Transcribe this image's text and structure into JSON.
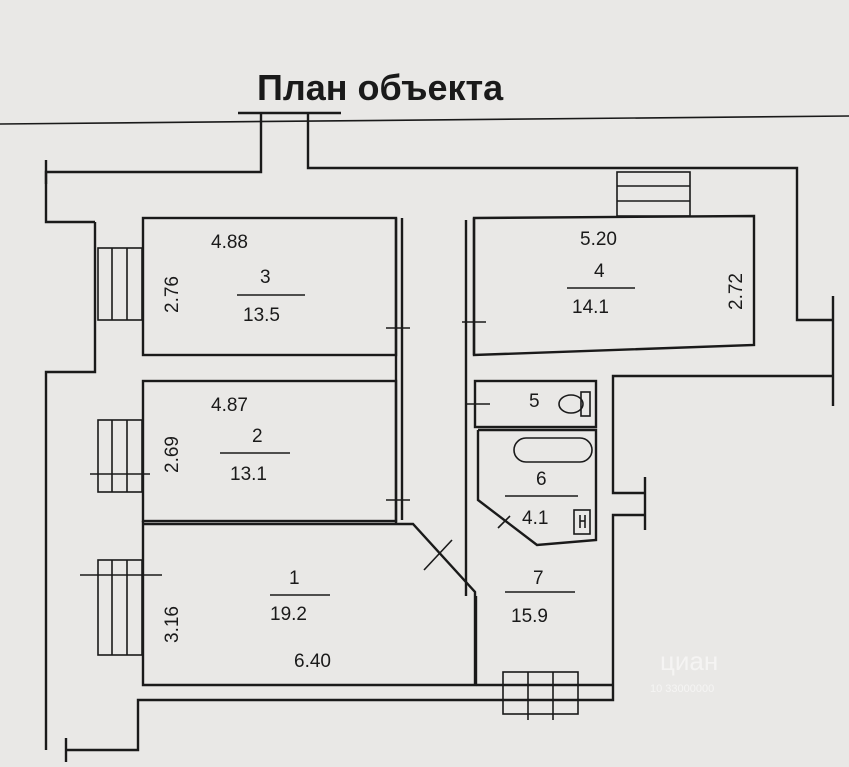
{
  "title": "План объекта",
  "rooms": [
    {
      "id": "1",
      "area": "19.2",
      "width": "6.40",
      "height": "3.16"
    },
    {
      "id": "2",
      "area": "13.1",
      "width": "4.87",
      "height": "2.69"
    },
    {
      "id": "3",
      "area": "13.5",
      "width": "4.88",
      "height": "2.76"
    },
    {
      "id": "4",
      "area": "14.1",
      "width": "5.20",
      "height": "2.72"
    },
    {
      "id": "5"
    },
    {
      "id": "6",
      "area": "4.1"
    },
    {
      "id": "7",
      "area": "15.9"
    }
  ],
  "watermark": {
    "brand": "циан",
    "sub": "10 33000000"
  }
}
